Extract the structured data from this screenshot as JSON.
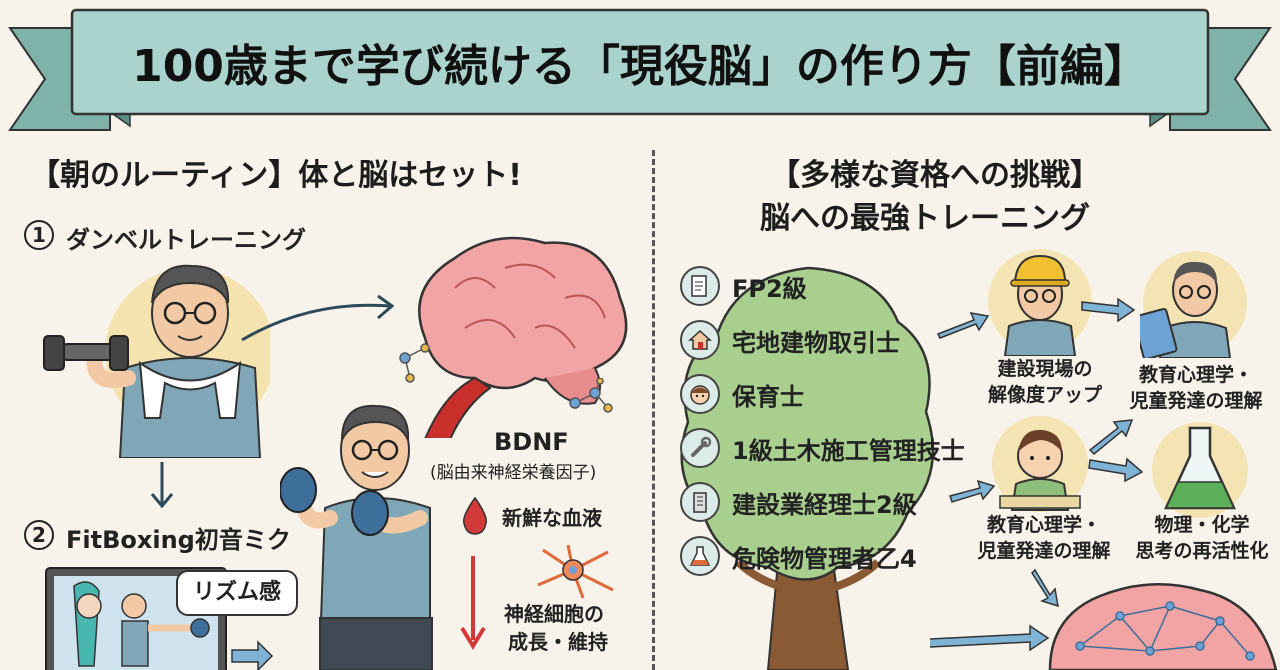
{
  "banner": {
    "title": "100歳まで学び続ける「現役脳」の作り方【前編】"
  },
  "left": {
    "title": "【朝のルーティン】体と脳はセット!",
    "step1": {
      "num": "1",
      "label": "ダンベルトレーニング"
    },
    "step2": {
      "num": "2",
      "label": "FitBoxing初音ミク"
    },
    "rhythm_bubble": "リズム感",
    "bdnf": {
      "title": "BDNF",
      "subtitle": "(脳由来神経栄養因子)"
    },
    "blood": "新鮮な血液",
    "neuron": {
      "line1": "神経細胞の",
      "line2": "成長・維持"
    }
  },
  "right": {
    "title_line1": "【多様な資格への挑戦】",
    "title_line2": "脳への最強トレーニング",
    "certs": [
      {
        "icon": "document-icon",
        "label": "FP2級"
      },
      {
        "icon": "house-icon",
        "label": "宅地建物取引士"
      },
      {
        "icon": "child-face-icon",
        "label": "保育士"
      },
      {
        "icon": "wrench-icon",
        "label": "1級土木施工管理技士"
      },
      {
        "icon": "building-icon",
        "label": "建設業経理士2級"
      },
      {
        "icon": "flask-icon",
        "label": "危険物管理者乙4"
      }
    ],
    "results": {
      "construction": {
        "line1": "建設現場の",
        "line2": "解像度アップ"
      },
      "education_top": {
        "line1": "教育心理学・",
        "line2": "児童発達の理解"
      },
      "education_mid": {
        "line1": "教育心理学・",
        "line2": "児童発達の理解"
      },
      "physics": {
        "line1": "物理・化学",
        "line2": "思考の再活性化"
      }
    }
  },
  "colors": {
    "banner": "#a9d3cc",
    "banner_dark": "#7fb3aa",
    "shirt": "#7fa7b8",
    "glove": "#3e6e9a",
    "brain": "#f2a3a3",
    "blood": "#d23a3a",
    "tree": "#a8cf8e"
  }
}
